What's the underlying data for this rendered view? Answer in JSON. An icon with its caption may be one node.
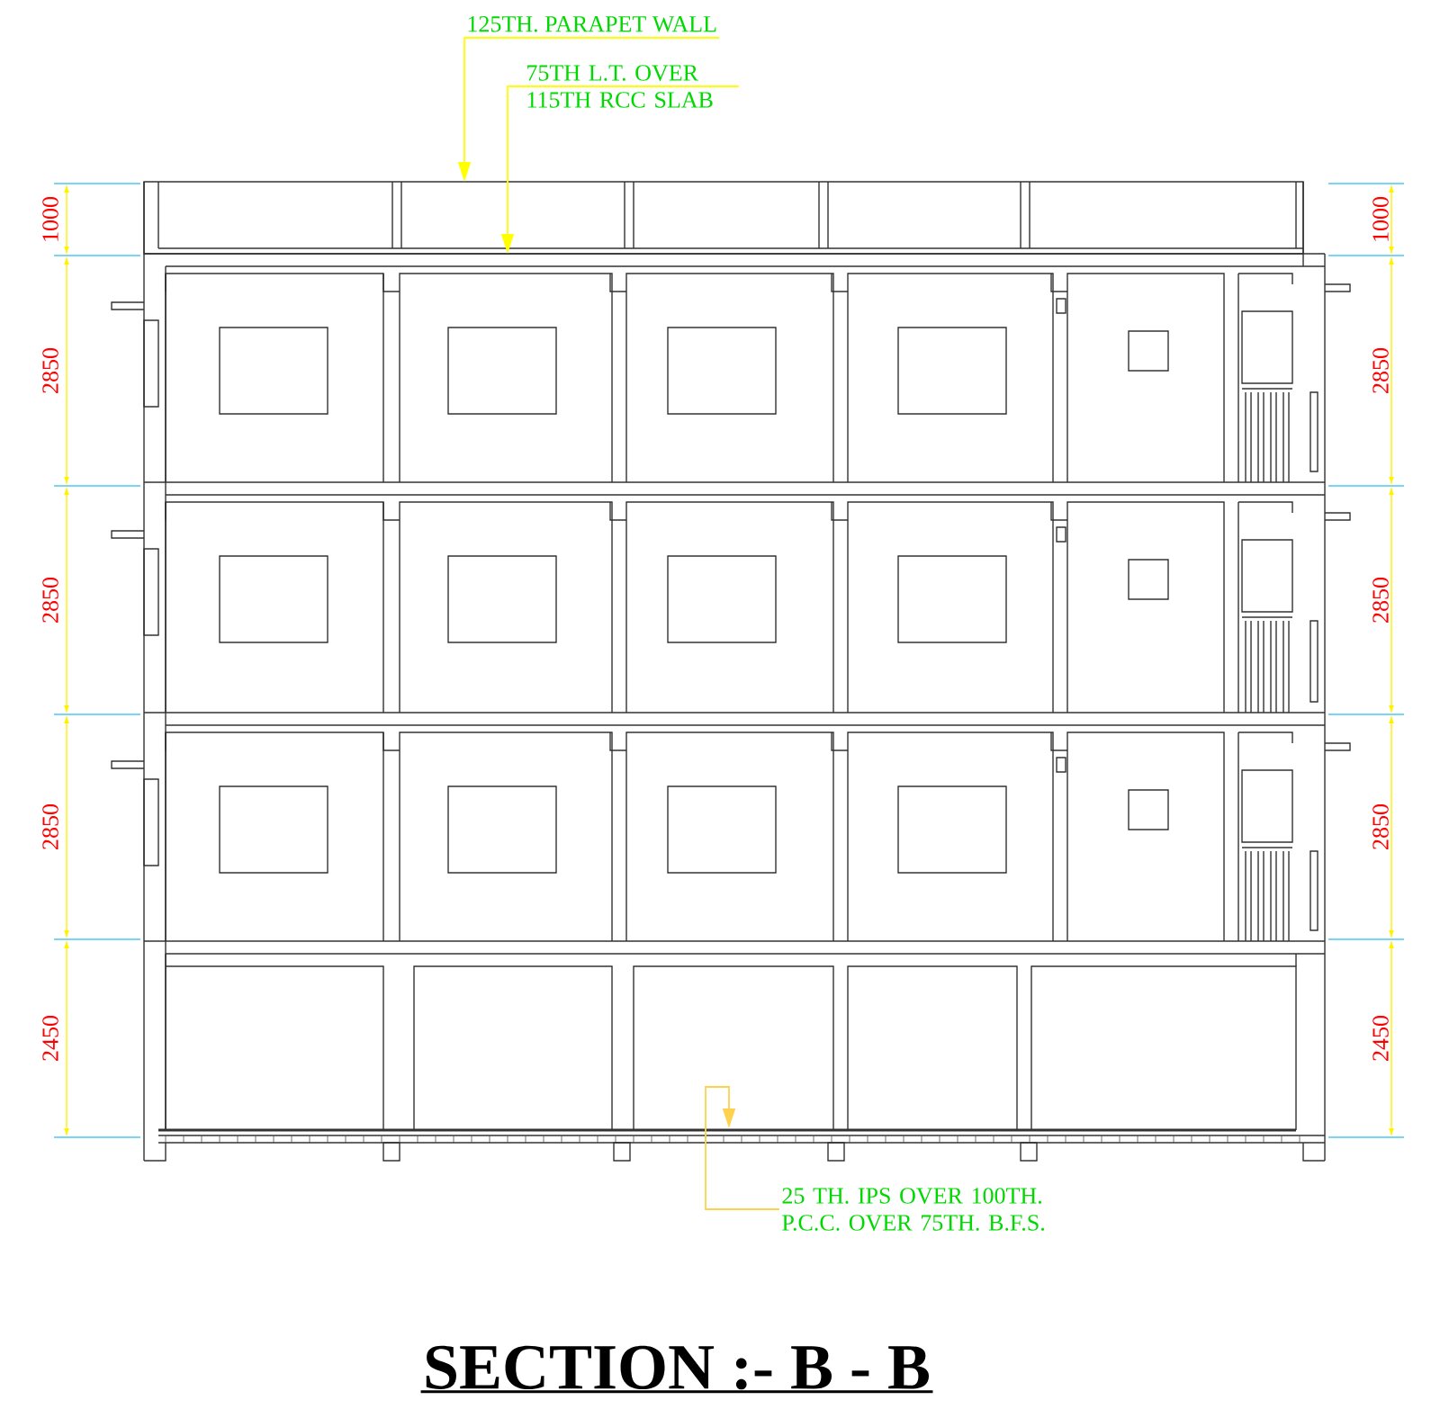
{
  "diagram": {
    "title": "SECTION :- B - B",
    "nodes": [
      {
        "text": [
          "125TH. PARAPET WALL"
        ]
      },
      {
        "text": [
          "75TH L.T. OVER 115TH RCC SLAB"
        ]
      },
      {
        "text": [
          "25 TH. IPS OVER 100TH. P.C.C. OVER 75TH. B.F.S."
        ]
      }
    ],
    "edges": [
      {
        "from": 0,
        "to": null,
        "arrow": "to"
      },
      {
        "from": 1,
        "to": null,
        "arrow": "to"
      },
      {
        "from": 2,
        "to": null,
        "arrow": "to",
        "color": "#ffd24d"
      }
    ],
    "labels": [
      "1000",
      "1000",
      "2850",
      "2850",
      "2850",
      "2850",
      "2850",
      "2850",
      "2450",
      "2450"
    ]
  }
}
